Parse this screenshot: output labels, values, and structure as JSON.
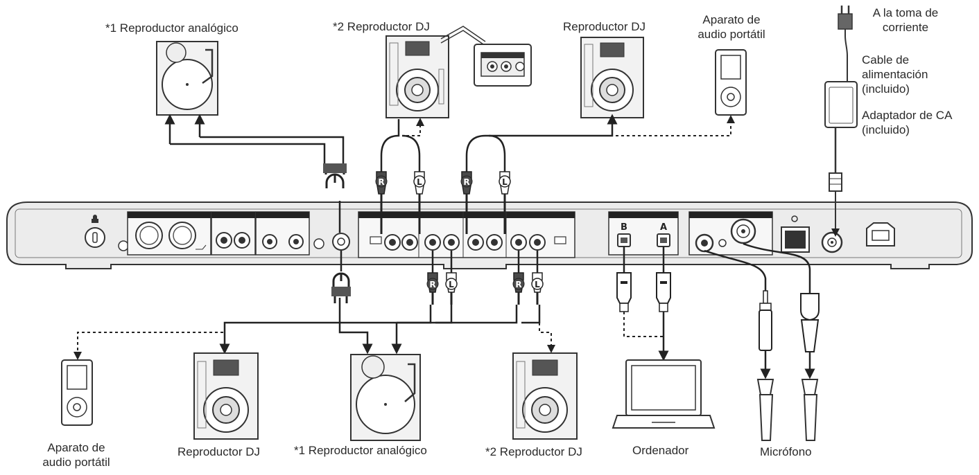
{
  "labels": {
    "top_analog_player": "*1 Reproductor analógico",
    "top_dj_player_2": "*2 Reproductor DJ",
    "top_dj_player": "Reproductor DJ",
    "top_portable_line1": "Aparato de",
    "top_portable_line2": "audio portátil",
    "outlet_line1": "A la toma de",
    "outlet_line2": "corriente",
    "power_cable_line1": "Cable de",
    "power_cable_line2": "alimentación",
    "power_cable_line3": "(incluido)",
    "ac_adapter_line1": "Adaptador de CA",
    "ac_adapter_line2": "(incluido)",
    "bottom_portable_line1": "Aparato de",
    "bottom_portable_line2": "audio portátil",
    "bottom_dj_player": "Reproductor DJ",
    "bottom_analog_player": "*1 Reproductor analógico",
    "bottom_dj_player_2": "*2 Reproductor DJ",
    "computer": "Ordenador",
    "microphone": "Micrófono"
  },
  "connectors": {
    "right": "R",
    "left": "L",
    "usb_b": "B",
    "usb_a": "A"
  },
  "colors": {
    "line": "#222222",
    "panel_fill": "#ececec",
    "panel_stroke": "#333333",
    "plug_dark": "#4a4a4a",
    "plug_light": "#ffffff"
  }
}
